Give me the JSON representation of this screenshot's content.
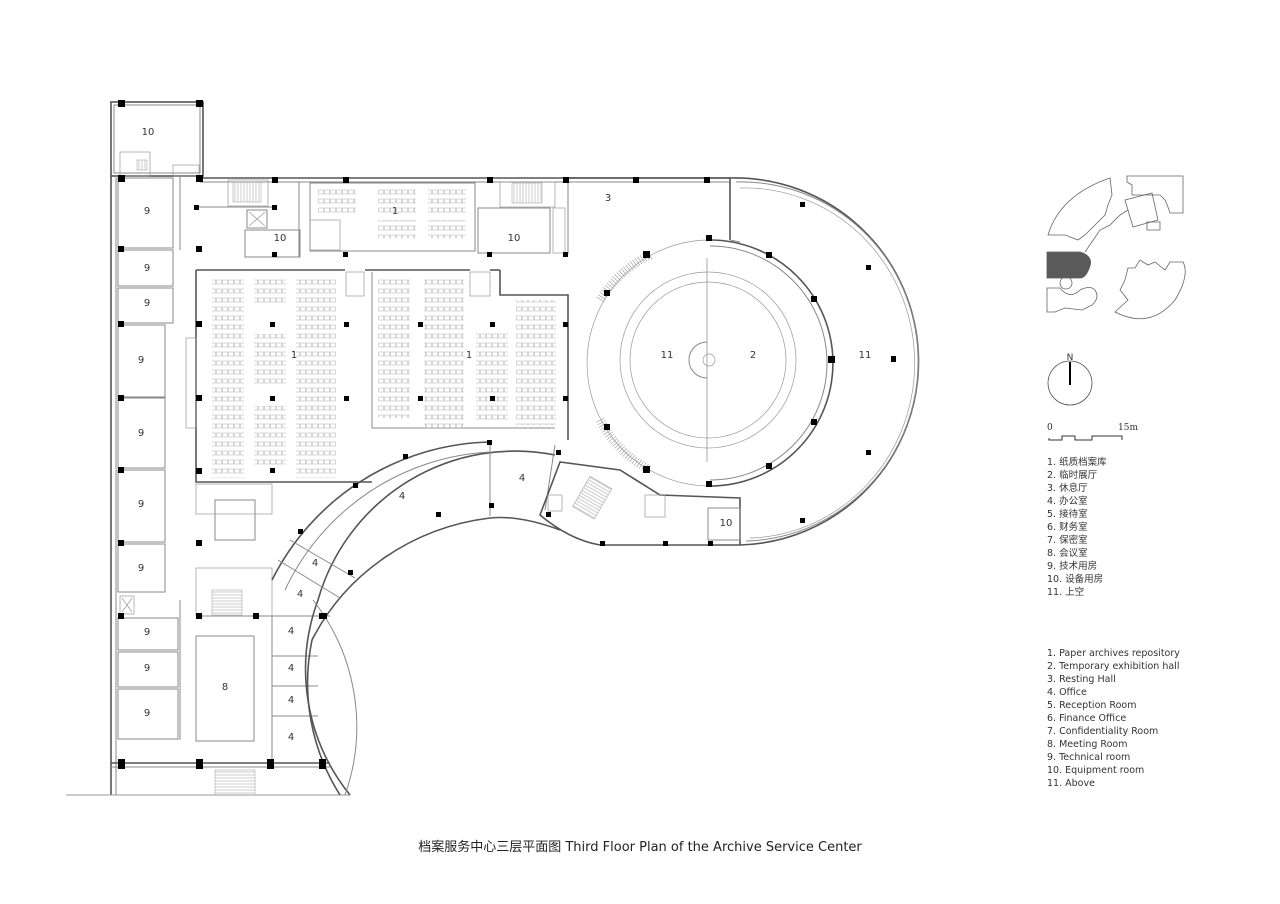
{
  "caption": "档案服务中心三层平面图 Third Floor Plan of the Archive Service Center",
  "compass": {
    "label": "N"
  },
  "scale_bar": {
    "start": "0",
    "end": "15m"
  },
  "room_labels": [
    {
      "id": "r10a",
      "text": "10"
    },
    {
      "id": "r9a",
      "text": "9"
    },
    {
      "id": "r9b",
      "text": "9"
    },
    {
      "id": "r9c",
      "text": "9"
    },
    {
      "id": "r9d",
      "text": "9"
    },
    {
      "id": "r9e",
      "text": "9"
    },
    {
      "id": "r9f",
      "text": "9"
    },
    {
      "id": "r9g",
      "text": "9"
    },
    {
      "id": "r9h",
      "text": "9"
    },
    {
      "id": "r9i",
      "text": "9"
    },
    {
      "id": "r9j",
      "text": "9"
    },
    {
      "id": "r1a",
      "text": "1"
    },
    {
      "id": "r1b",
      "text": "1"
    },
    {
      "id": "r1c",
      "text": "1"
    },
    {
      "id": "r10b",
      "text": "10"
    },
    {
      "id": "r10c",
      "text": "10"
    },
    {
      "id": "r10d",
      "text": "10"
    },
    {
      "id": "r3",
      "text": "3"
    },
    {
      "id": "r11a",
      "text": "11"
    },
    {
      "id": "r2",
      "text": "2"
    },
    {
      "id": "r11b",
      "text": "11"
    },
    {
      "id": "r4a",
      "text": "4"
    },
    {
      "id": "r4b",
      "text": "4"
    },
    {
      "id": "r4c",
      "text": "4"
    },
    {
      "id": "r4d",
      "text": "4"
    },
    {
      "id": "r4e",
      "text": "4"
    },
    {
      "id": "r4f",
      "text": "4"
    },
    {
      "id": "r4g",
      "text": "4"
    },
    {
      "id": "r4h",
      "text": "4"
    },
    {
      "id": "r8",
      "text": "8"
    }
  ],
  "legend_cn": [
    "1. 纸质档案库",
    "2. 临时展厅",
    "3. 休息厅",
    "4. 办公室",
    "5. 接待室",
    "6. 财务室",
    "7. 保密室",
    "8. 会议室",
    "9. 技术用房",
    "10. 设备用房",
    "11. 上空"
  ],
  "legend_en": [
    "1. Paper archives repository",
    "2. Temporary exhibition hall",
    "3. Resting Hall",
    "4. Office",
    "5. Reception Room",
    "6. Finance Office",
    "7. Confidentiality Room",
    "8. Meeting Room",
    "9. Technical room",
    "10. Equipment room",
    "11. Above"
  ],
  "key_plan": {
    "highlight_color": "#5a5a5a",
    "outline_color": "#666666"
  }
}
